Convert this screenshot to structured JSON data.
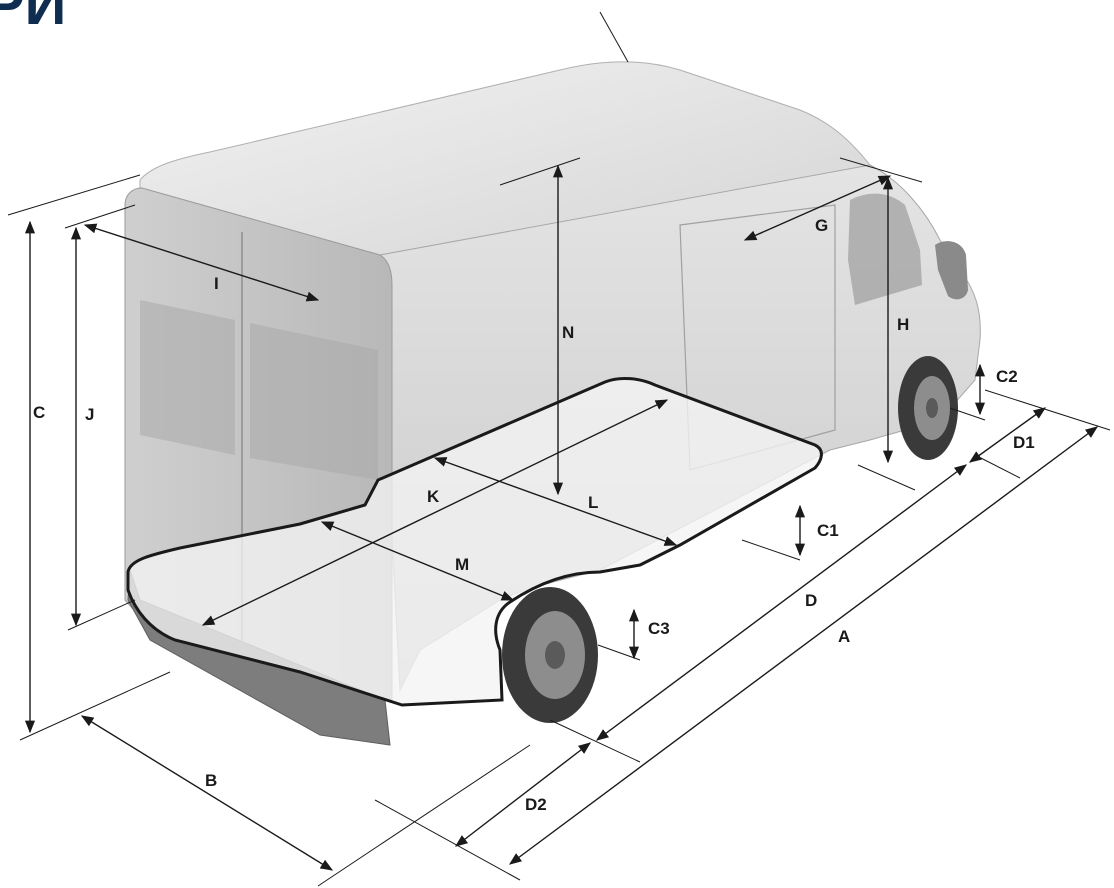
{
  "logo": {
    "text": "РИ",
    "color": "#0f2d4f"
  },
  "dimension_labels": {
    "A": "A",
    "B": "B",
    "C": "C",
    "C1": "C1",
    "C2": "C2",
    "C3": "C3",
    "D": "D",
    "D1": "D1",
    "D2": "D2",
    "G": "G",
    "H": "H",
    "I": "I",
    "J": "J",
    "K": "K",
    "L": "L",
    "M": "M",
    "N": "N"
  },
  "colors": {
    "van_body": "#e6e6e6",
    "van_shadow": "#bdbdbd",
    "cargo_floor": "#efefef",
    "tire": "#3a3a3a",
    "line": "#1a1a1a"
  }
}
